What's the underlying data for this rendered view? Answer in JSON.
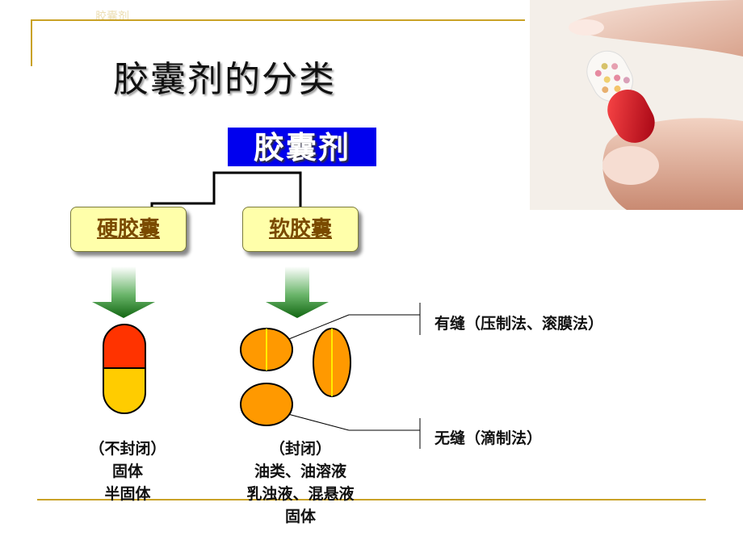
{
  "slide": {
    "corner_text": "胶囊剂",
    "title": "胶囊剂的分类"
  },
  "tree": {
    "root": "胶囊剂",
    "hard": "硬胶囊",
    "soft": "软胶囊"
  },
  "hard_caption": [
    "（不封闭）",
    "固体",
    "半固体"
  ],
  "soft_caption": [
    "（封闭）",
    "油类、油溶液",
    "乳浊液、混悬液",
    "固体"
  ],
  "annotations": {
    "seamed": "有缝（压制法、滚膜法）",
    "seamless": "无缝（滴制法）"
  },
  "colors": {
    "accent_gold": "#c9a227",
    "root_box": "#0000ee",
    "category_box": "#ffffaa",
    "arrow_green": "#1f7a1f",
    "capsule_red": "#ff3300",
    "capsule_yellow": "#ffcc00",
    "softgel_orange": "#ff9900"
  }
}
